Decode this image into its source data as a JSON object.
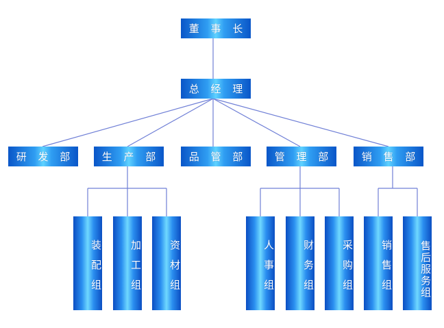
{
  "org": {
    "chairman": "董 事 长",
    "gm": "总 经 理",
    "depts": {
      "rd": "研 发 部",
      "production": "生 产 部",
      "quality": "品 管 部",
      "management": "管 理 部",
      "sales": "销 售 部"
    },
    "groups": {
      "assembly": "装配组",
      "processing": "加工组",
      "materials": "资材组",
      "hr": "人事组",
      "finance": "财务组",
      "purchasing": "采购组",
      "sales": "销售组",
      "aftersales": "售后服务组"
    }
  },
  "colors": {
    "box_dark": "#0a56c8",
    "box_light": "#5fd2ff",
    "connector": "#6f7fd6",
    "text": "#ffffff"
  }
}
